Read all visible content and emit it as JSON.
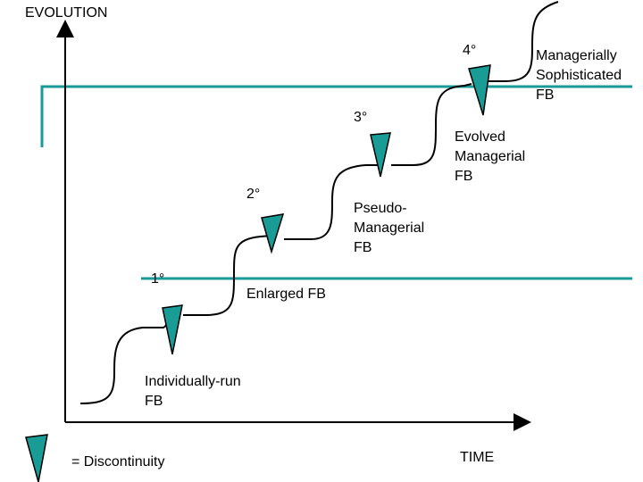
{
  "axes": {
    "y_label": "EVOLUTION",
    "x_label": "TIME"
  },
  "stages": [
    {
      "degree": "1°",
      "label_lines": [
        "Individually-run",
        "FB"
      ]
    },
    {
      "degree": "2°",
      "label_lines": [
        "Enlarged FB"
      ]
    },
    {
      "degree": "3°",
      "label_lines": [
        "Pseudo-",
        "Managerial",
        "FB"
      ]
    },
    {
      "degree": "4°",
      "label_lines": [
        "Evolved",
        "Managerial",
        "FB"
      ]
    },
    {
      "degree": "",
      "label_lines": [
        "Managerially",
        "Sophisticated",
        "FB"
      ]
    }
  ],
  "legend": {
    "text": "= Discontinuity",
    "marker_icon": "discontinuity-triangle-icon"
  },
  "colors": {
    "accent": "#199a9a",
    "marker_fill": "#1a9c96",
    "marker_stroke": "#000000",
    "line": "#000000"
  }
}
